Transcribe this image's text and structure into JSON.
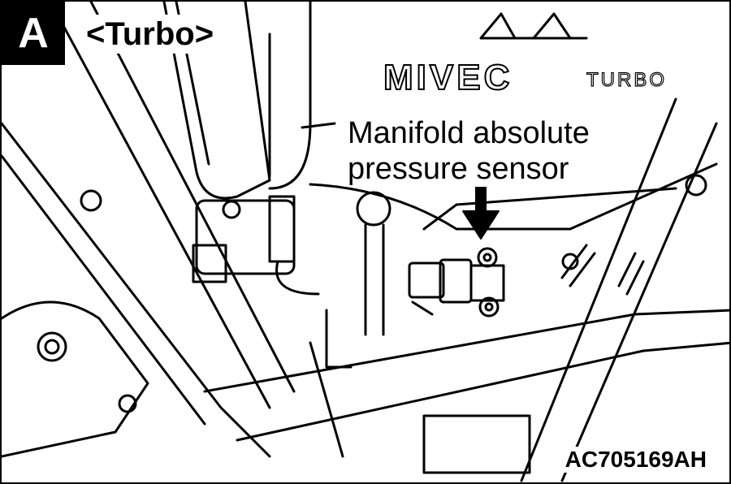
{
  "panel": {
    "label": "A",
    "title": "<Turbo>"
  },
  "callout": {
    "line1": "Manifold absolute",
    "line2": "pressure sensor"
  },
  "reference_code": "AC705169AH",
  "logo_text": "MIVEC TURBO"
}
